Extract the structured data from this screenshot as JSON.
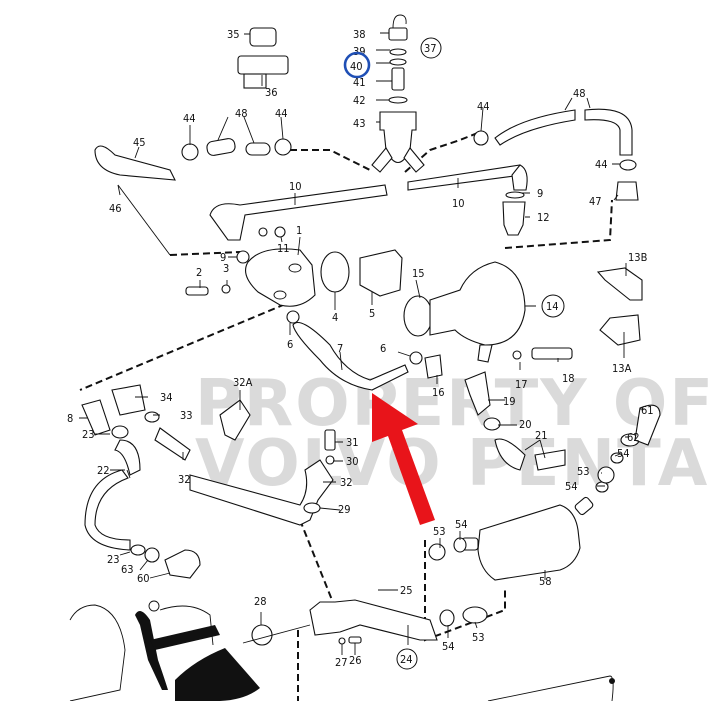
{
  "diagram": {
    "title": "Volvo Penta cooling system exploded parts diagram",
    "watermark": {
      "line1": "PROPERTY OF",
      "line2": "VOLVO PENTA"
    },
    "highlight": {
      "part": "40",
      "color": "#1f4fb5"
    },
    "arrow": {
      "color": "#e8141a",
      "points_to": "7"
    },
    "callouts": {
      "c1": "1",
      "c2": "2",
      "c3": "3",
      "c4": "4",
      "c5": "5",
      "c6a": "6",
      "c6b": "6",
      "c7": "7",
      "c8": "8",
      "c9a": "9",
      "c9b": "9",
      "c10a": "10",
      "c10b": "10",
      "c11": "11",
      "c12": "12",
      "c13a": "13A",
      "c13b": "13B",
      "c14": "14",
      "c15": "15",
      "c16": "16",
      "c17": "17",
      "c18": "18",
      "c19": "19",
      "c20": "20",
      "c21": "21",
      "c22": "22",
      "c23a": "23",
      "c23b": "23",
      "c24": "24",
      "c25": "25",
      "c26": "26",
      "c27": "27",
      "c28": "28",
      "c29": "29",
      "c30": "30",
      "c31": "31",
      "c32a": "32",
      "c32b": "32",
      "c32A": "32A",
      "c33": "33",
      "c34": "34",
      "c35": "35",
      "c36": "36",
      "c37": "37",
      "c38": "38",
      "c39": "39",
      "c40": "40",
      "c41": "41",
      "c42": "42",
      "c43": "43",
      "c44a": "44",
      "c44b": "44",
      "c44c": "44",
      "c44d": "44",
      "c45": "45",
      "c46": "46",
      "c47": "47",
      "c48a": "48",
      "c48b": "48",
      "c53a": "53",
      "c53b": "53",
      "c53c": "53",
      "c54a": "54",
      "c54b": "54",
      "c54c": "54",
      "c54d": "54",
      "c58": "58",
      "c60": "60",
      "c61": "61",
      "c62": "62",
      "c63": "63"
    },
    "circled": [
      "14",
      "24",
      "37"
    ]
  }
}
